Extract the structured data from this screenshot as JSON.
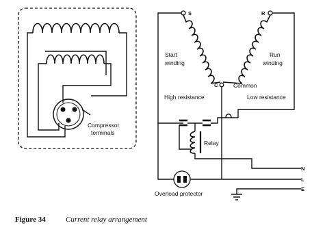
{
  "figure": {
    "number": "Figure 34",
    "caption": "Current relay arrangement"
  },
  "compressor_panel": {
    "label_line1": "Compressor",
    "label_line2": "terminals"
  },
  "circuit": {
    "terminal_s": "S",
    "terminal_r": "R",
    "terminal_c": "C",
    "start_winding_line1": "Start",
    "start_winding_line2": "winding",
    "run_winding_line1": "Run",
    "run_winding_line2": "winding",
    "common": "Common",
    "high_resistance": "High resistance",
    "low_resistance": "Low resistance",
    "relay": "Relay",
    "overload_protector": "Overload protector",
    "supply_n": "N",
    "supply_l": "L",
    "supply_e": "E"
  }
}
